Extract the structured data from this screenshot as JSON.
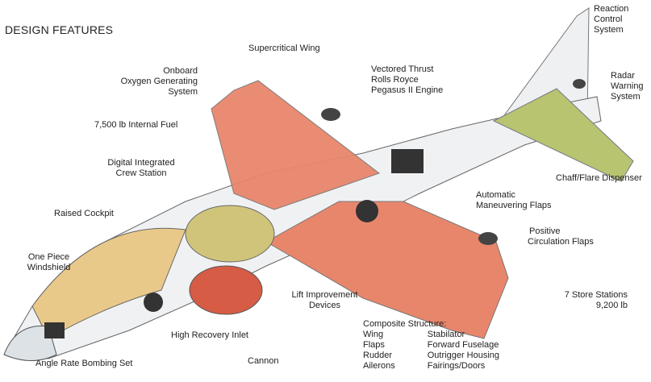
{
  "title": "DESIGN FEATURES",
  "labels": {
    "supercritical_wing": "Supercritical Wing",
    "oxygen": [
      "Onboard",
      "Oxygen Generating",
      "System"
    ],
    "fuel": "7,500 lb Internal Fuel",
    "crew_station": [
      "Digital Integrated",
      "Crew Station"
    ],
    "raised_cockpit": "Raised Cockpit",
    "windshield": [
      "One Piece",
      "Windshield"
    ],
    "bombing_set": "Angle Rate Bombing Set",
    "inlet": "High Recovery Inlet",
    "cannon": "Cannon",
    "lift_devices": [
      "Lift Improvement",
      "Devices"
    ],
    "composite": {
      "heading": "Composite Structure:",
      "col1": [
        "Wing",
        "Flaps",
        "Rudder",
        "Ailerons"
      ],
      "col2": [
        "Stabilator",
        "Forward Fuselage",
        "Outrigger Housing",
        "Fairings/Doors"
      ]
    },
    "store_stations": [
      "7 Store Stations",
      "9,200 lb"
    ],
    "circulation_flaps": [
      "Positive",
      "Circulation Flaps"
    ],
    "maneuvering_flaps": [
      "Automatic",
      "Maneuvering Flaps"
    ],
    "chaff": "Chaff/Flare Dispenser",
    "radar": [
      "Radar",
      "Warning",
      "System"
    ],
    "reaction": [
      "Reaction",
      "Control",
      "System"
    ],
    "engine": [
      "Vectored Thrust",
      "Rolls Royce",
      "Pegasus II Engine"
    ]
  },
  "colors": {
    "wing_fill": "#e8866c",
    "stabilator": "#b8c470",
    "canopy": "#e9c98a",
    "engine": "#cfc47a"
  }
}
